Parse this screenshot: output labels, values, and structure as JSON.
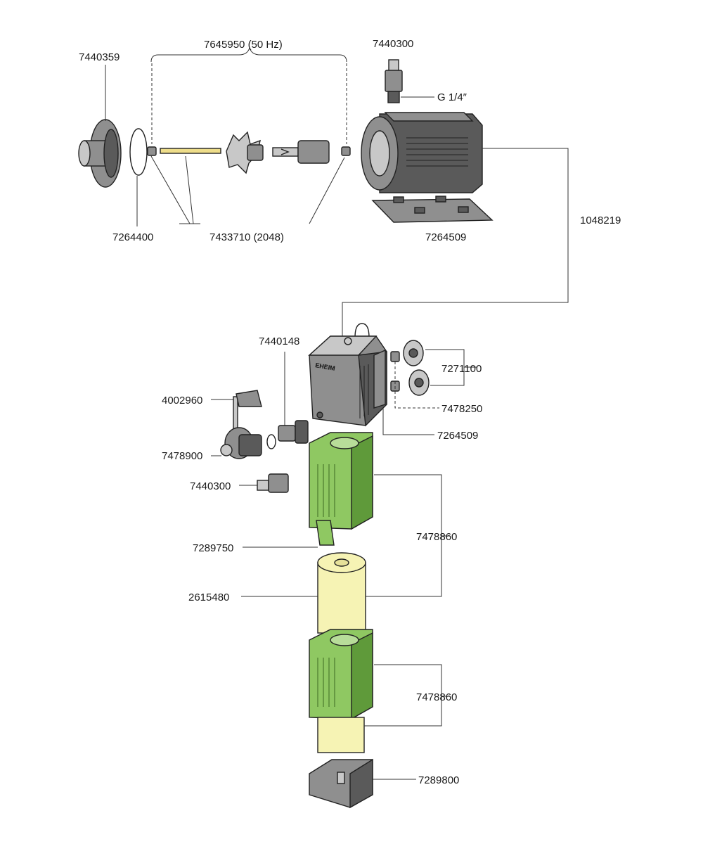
{
  "labels": {
    "l7440359": "7440359",
    "l7645950": "7645950 (50 Hz)",
    "l7440300_top": "7440300",
    "lG14": "G 1/4″",
    "l7264400": "7264400",
    "l7433710": "7433710 (2048)",
    "l7264509_top": "7264509",
    "l1048219": "1048219",
    "l7440148": "7440148",
    "l7271100": "7271100",
    "l4002960": "4002960",
    "l7478250": "7478250",
    "l7264509_mid": "7264509",
    "l7478900": "7478900",
    "l7440300_mid": "7440300",
    "l7289750": "7289750",
    "l7478860_a": "7478860",
    "l2615480": "2615480",
    "l7478860_b": "7478860",
    "l7289800": "7289800"
  },
  "brand": "EHEIM",
  "colors": {
    "green": "#8fc862",
    "yellow": "#f6f3b4",
    "grey": "#8f8f8f"
  }
}
